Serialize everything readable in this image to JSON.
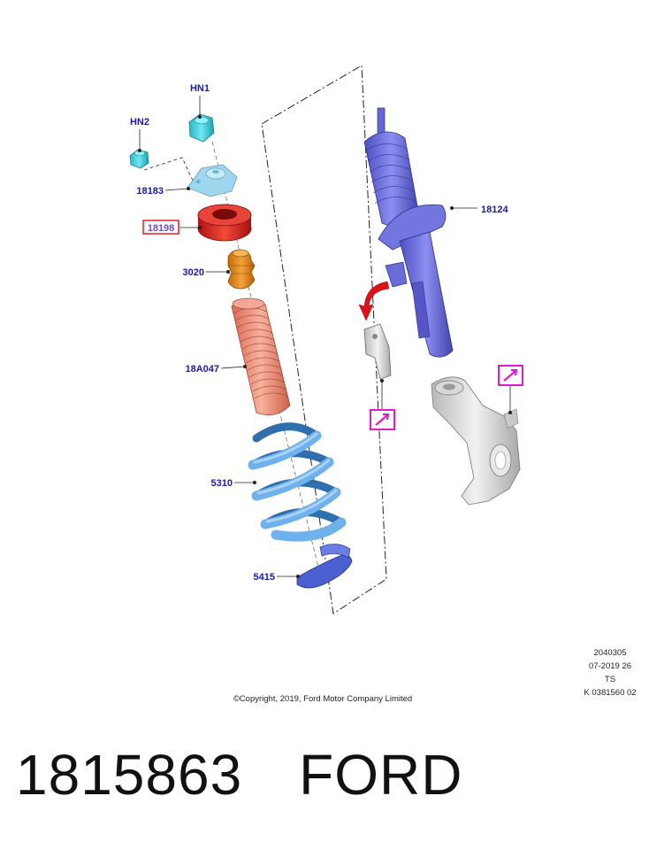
{
  "callouts": {
    "hn1": "HN1",
    "hn2": "HN2",
    "top_mount": "18183",
    "bearing": "18198",
    "bump_stop": "3020",
    "dust_boot": "18A047",
    "coil_spring": "5310",
    "spring_seat": "5415",
    "strut": "18124"
  },
  "highlight_color": "#e0101a",
  "marker_color": "#e01ccf",
  "marker_icons": [
    "arrow-pointer-icon",
    "arrow-pointer-icon"
  ],
  "drawing_info": [
    "2040305",
    "07-2019 26",
    "TS",
    "K 0381560 02"
  ],
  "copyright": "©Copyright, 2019, Ford Motor Company Limited",
  "headline": {
    "part_number": "1815863",
    "brand": "FORD"
  }
}
